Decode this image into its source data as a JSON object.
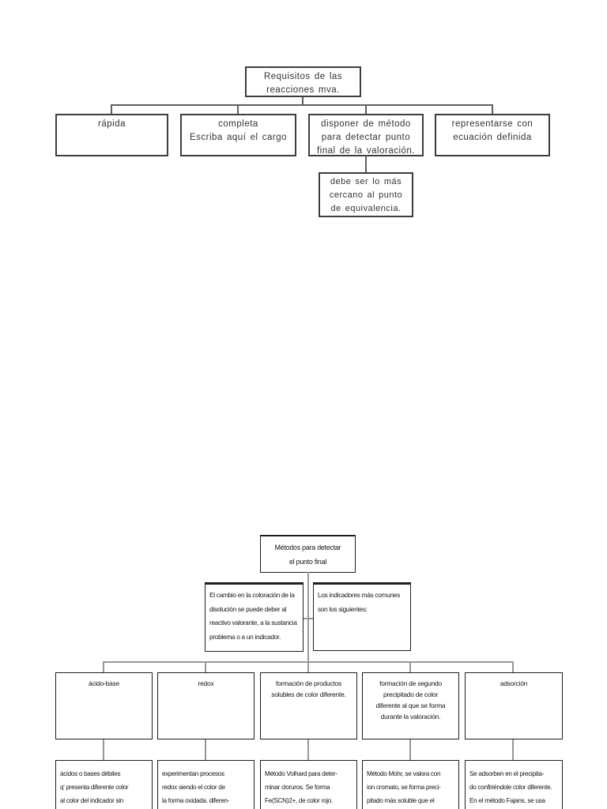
{
  "page": {
    "background": "#ffffff",
    "border_color_top_diagram": "#3d3d3d",
    "border_color_bottom_diagram": "#1e1e1e",
    "connector_color_top": "#5f5f5f",
    "connector_color_bottom": "#979797",
    "text_color": "#232323"
  },
  "diagram_requisitos": {
    "root": {
      "lines": [
        "Requisitos de las",
        "reacciones mva."
      ]
    },
    "children": [
      {
        "lines": [
          "rápida"
        ]
      },
      {
        "lines": [
          "completa",
          "Escriba aquí el cargo"
        ]
      },
      {
        "lines": [
          "disponer de método",
          "para detectar punto",
          "final de la valoración."
        ]
      },
      {
        "lines": [
          "representarse con",
          "ecuación definida"
        ]
      }
    ],
    "note": {
      "lines": [
        "debe ser lo más",
        "cercano al punto",
        "de equivalencia."
      ]
    }
  },
  "diagram_metodos": {
    "root": {
      "lines": [
        "Métodos para detectar",
        "el punto final"
      ]
    },
    "intro_left": {
      "lines": [
        "El cambio en la coloración de la",
        "disolución se puede deber al",
        "reactivo valorante, a la sustancia",
        "problema o a un indicador."
      ]
    },
    "intro_right": {
      "lines": [
        "Los indicadores más comunes",
        "son los siguientes:"
      ]
    },
    "categories": [
      {
        "title_lines": [
          "ácido-base"
        ],
        "detail_lines": [
          "ácidos o bases débiles",
          "q' presenta diferente color",
          "al color del indicador sin"
        ]
      },
      {
        "title_lines": [
          "redox"
        ],
        "detail_lines": [
          "experimentan procesos",
          "redox siendo el color de",
          "la forma oxidada. diferen-"
        ]
      },
      {
        "title_lines": [
          "formación de productos",
          "solubles de color diferente."
        ],
        "detail_lines": [
          "Método Volhard para deter-",
          "minar cloruros. Se forma",
          "Fe(SCN)2+, de color rojo."
        ]
      },
      {
        "title_lines": [
          "formación de segundo",
          "precipitado de color",
          "diferente al que se forma",
          "durante la valoración."
        ],
        "detail_lines": [
          "Método Mohr, se valora con",
          "ion cromato, se forma preci-",
          "pitado más soluble que el"
        ]
      },
      {
        "title_lines": [
          "adsorción"
        ],
        "detail_lines": [
          "Se adsorben en el precipita-",
          "do confiriéndole color diferente.",
          "En el método Fajans, se usa"
        ]
      }
    ]
  }
}
